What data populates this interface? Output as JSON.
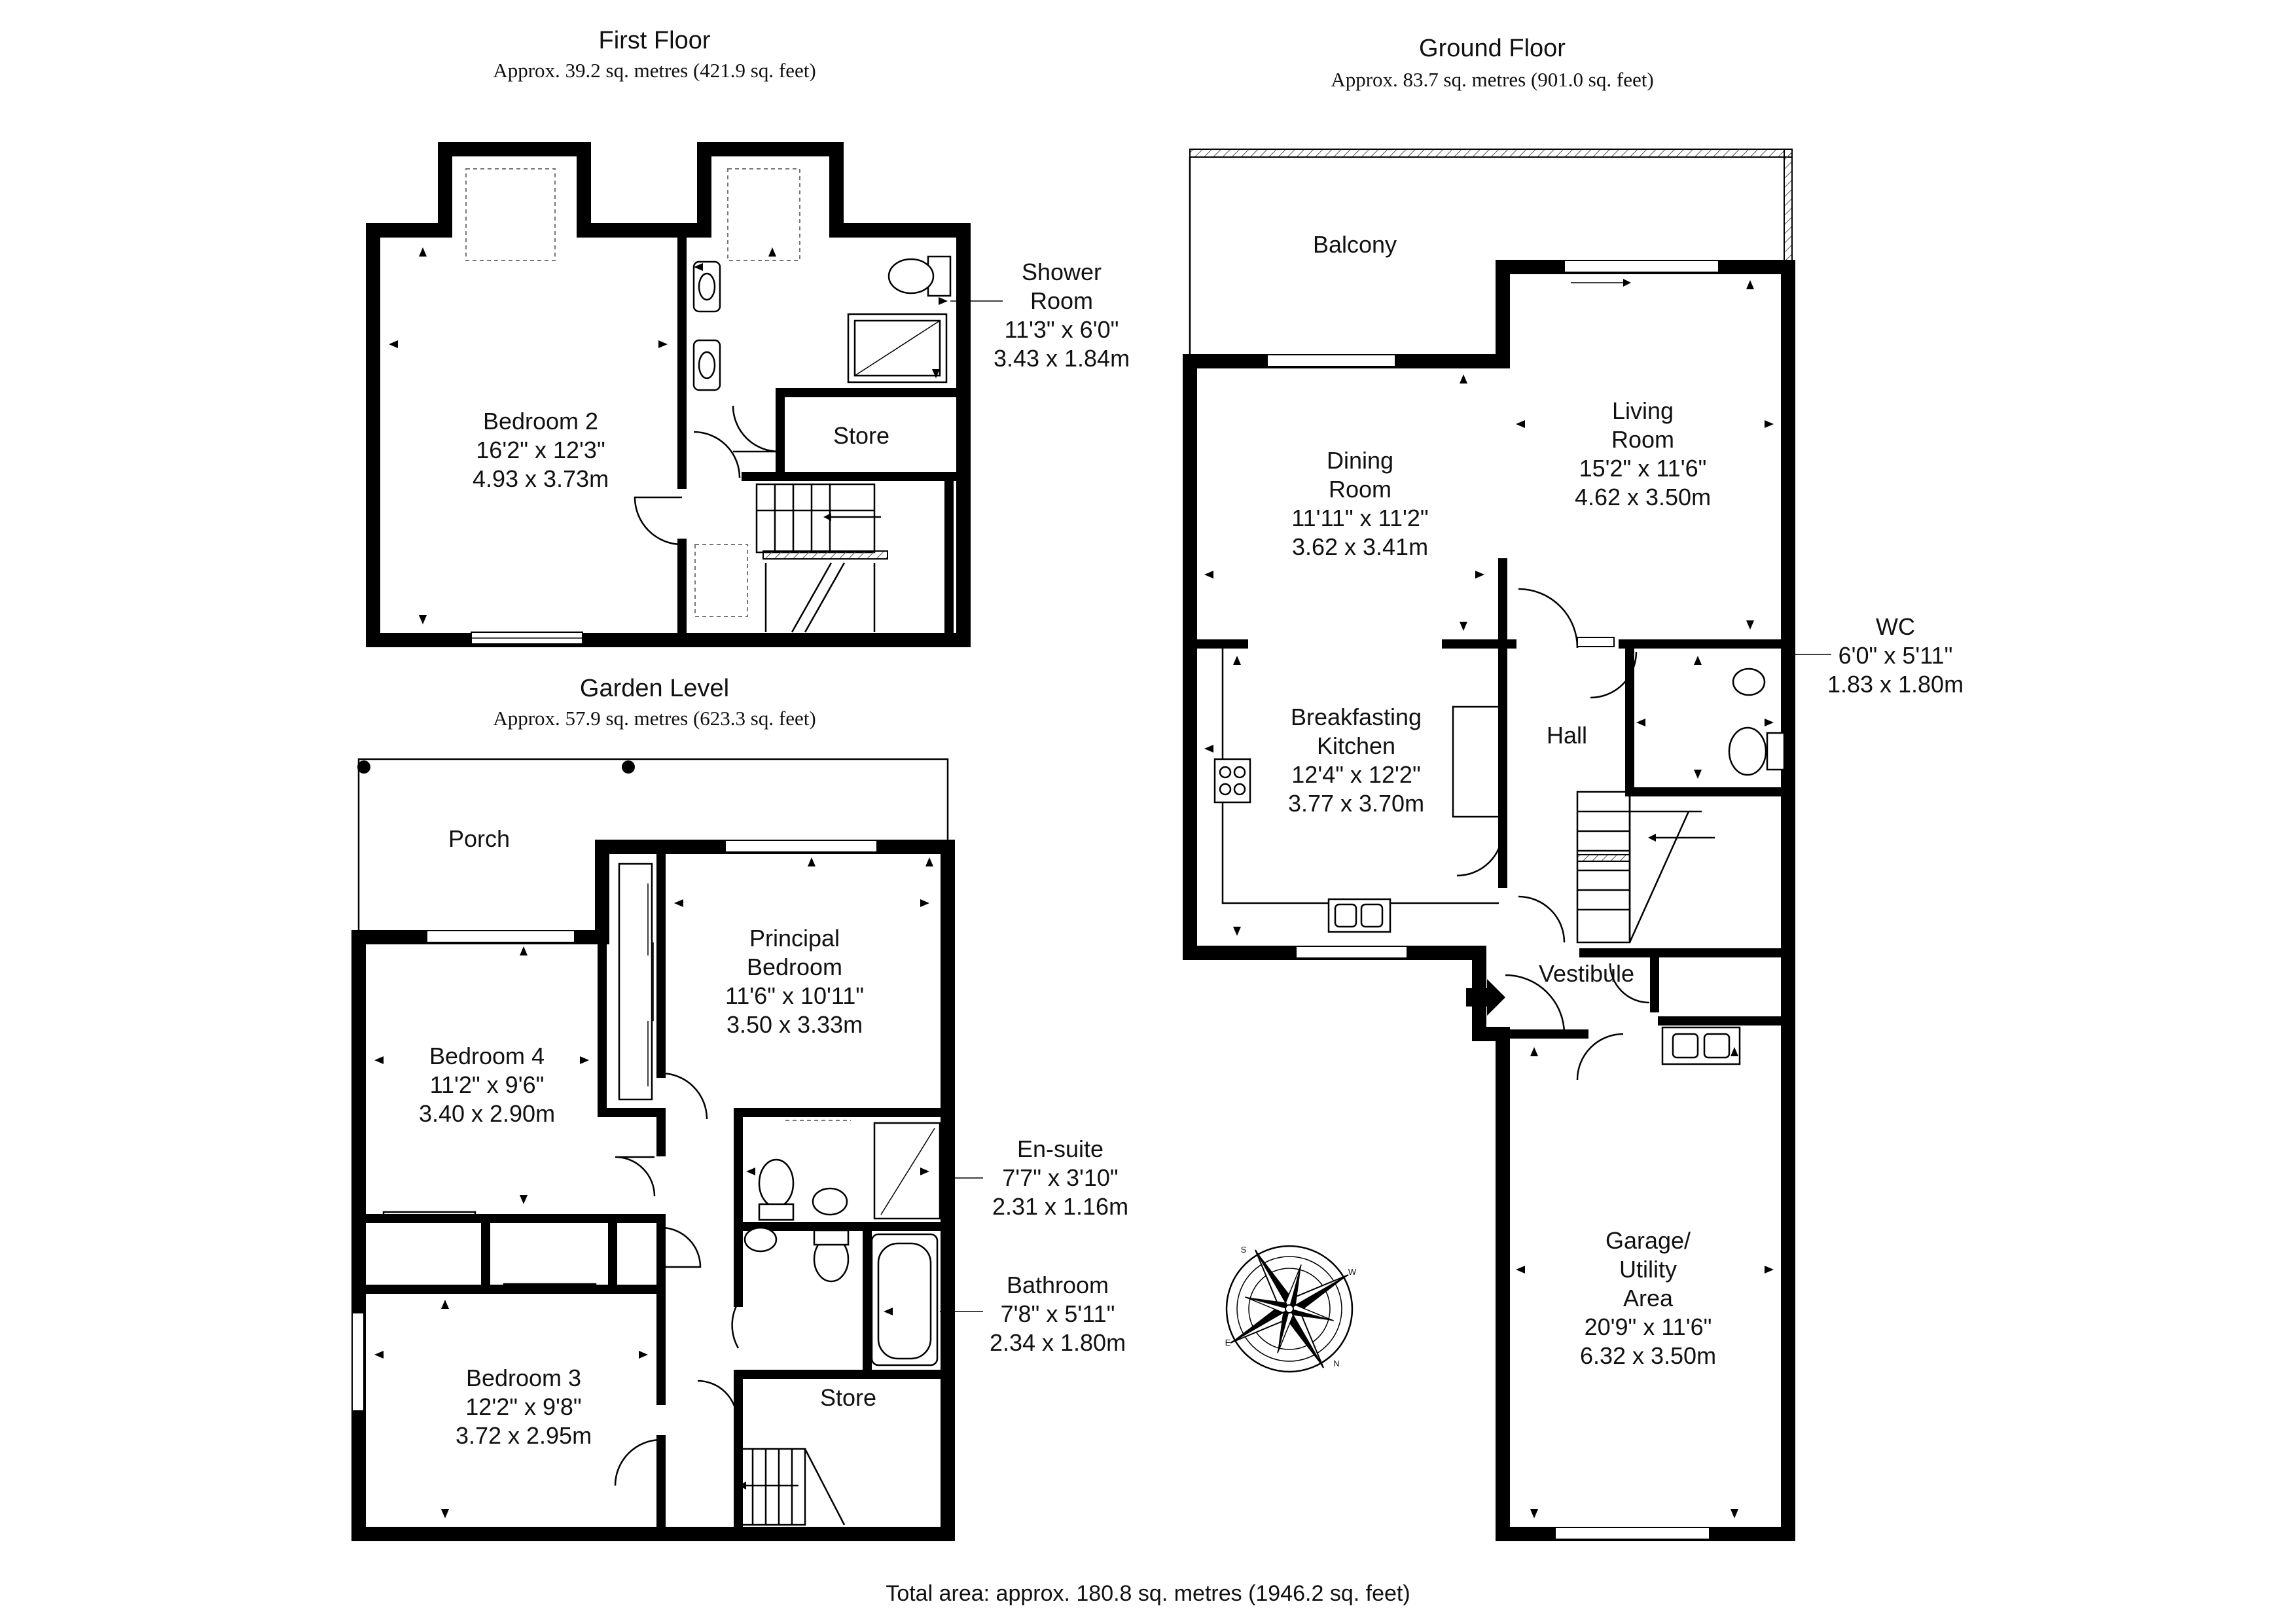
{
  "floors": {
    "first": {
      "title": "First Floor",
      "area": "Approx. 39.2 sq. metres (421.9 sq. feet)"
    },
    "ground": {
      "title": "Ground Floor",
      "area": "Approx. 83.7 sq. metres (901.0 sq. feet)"
    },
    "garden": {
      "title": "Garden Level",
      "area": "Approx. 57.9 sq. metres (623.3 sq. feet)"
    }
  },
  "rooms": {
    "bedroom2": {
      "name": "Bedroom 2",
      "imperial": "16'2\" x 12'3\"",
      "metric": "4.93 x 3.73m"
    },
    "shower_room": {
      "name_line1": "Shower",
      "name_line2": "Room",
      "imperial": "11'3\" x 6'0\"",
      "metric": "3.43 x 1.84m"
    },
    "store_first": {
      "name": "Store"
    },
    "balcony": {
      "name": "Balcony"
    },
    "dining_room": {
      "name_line1": "Dining",
      "name_line2": "Room",
      "imperial": "11'11\" x 11'2\"",
      "metric": "3.62 x 3.41m"
    },
    "living_room": {
      "name_line1": "Living",
      "name_line2": "Room",
      "imperial": "15'2\" x 11'6\"",
      "metric": "4.62 x 3.50m"
    },
    "wc": {
      "name": "WC",
      "imperial": "6'0\" x 5'11\"",
      "metric": "1.83 x 1.80m"
    },
    "breakfasting_kitchen": {
      "name_line1": "Breakfasting",
      "name_line2": "Kitchen",
      "imperial": "12'4\" x 12'2\"",
      "metric": "3.77 x 3.70m"
    },
    "hall": {
      "name": "Hall"
    },
    "vestibule": {
      "name": "Vestibule"
    },
    "garage": {
      "name_line1": "Garage/",
      "name_line2": "Utility",
      "name_line3": "Area",
      "imperial": "20'9\" x 11'6\"",
      "metric": "6.32 x 3.50m"
    },
    "porch": {
      "name": "Porch"
    },
    "principal_bedroom": {
      "name_line1": "Principal",
      "name_line2": "Bedroom",
      "imperial": "11'6\" x 10'11\"",
      "metric": "3.50 x 3.33m"
    },
    "bedroom4": {
      "name": "Bedroom 4",
      "imperial": "11'2\" x 9'6\"",
      "metric": "3.40 x 2.90m"
    },
    "ensuite": {
      "name": "En-suite",
      "imperial": "7'7\" x 3'10\"",
      "metric": "2.31 x 1.16m"
    },
    "bathroom": {
      "name": "Bathroom",
      "imperial": "7'8\" x 5'11\"",
      "metric": "2.34 x 1.80m"
    },
    "bedroom3": {
      "name": "Bedroom 3",
      "imperial": "12'2\" x 9'8\"",
      "metric": "3.72 x 2.95m"
    },
    "store_garden": {
      "name": "Store"
    }
  },
  "compass": {
    "labels": [
      "S",
      "N",
      "E",
      "W"
    ]
  },
  "total": "Total area: approx. 180.8 sq. metres (1946.2 sq. feet)"
}
